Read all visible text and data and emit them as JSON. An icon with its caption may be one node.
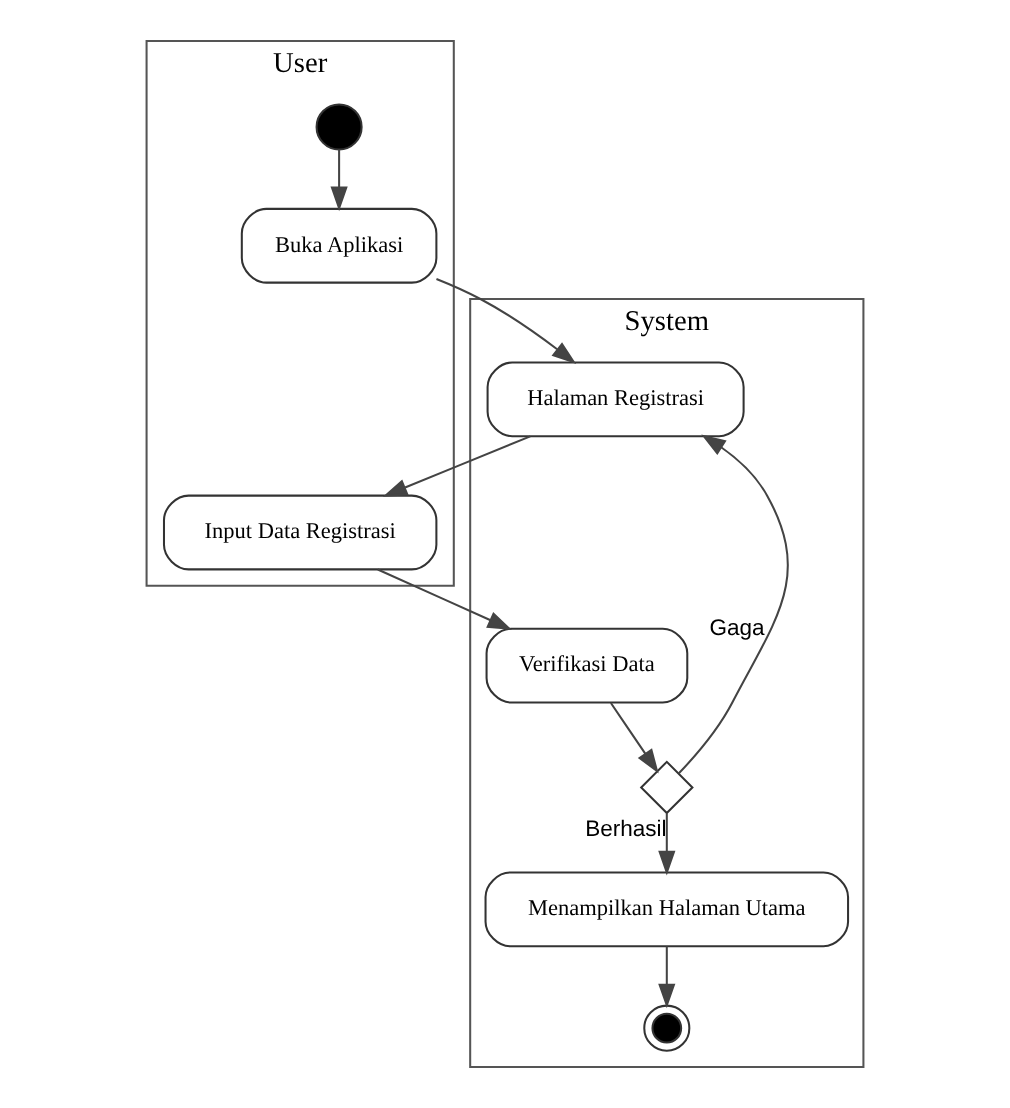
{
  "diagram": {
    "nodes": [
      {
        "text": [
          "User"
        ]
      },
      {
        "text": [
          "System"
        ]
      },
      {
        "text": [],
        "shape": "circle",
        "in": 0
      },
      {
        "text": [
          "Buka Aplikasi"
        ],
        "in": 0
      },
      {
        "text": [
          "Halaman Registrasi"
        ],
        "in": 1
      },
      {
        "text": [
          "Input Data Registrasi"
        ],
        "in": 0
      },
      {
        "text": [
          "Verifikasi Data"
        ],
        "in": 1
      },
      {
        "text": [],
        "shape": "diamond",
        "in": 1
      },
      {
        "text": [
          "Menampilkan Halaman Utama"
        ],
        "in": 1
      },
      {
        "text": [],
        "shape": "circle",
        "in": 1
      }
    ],
    "edges": [
      {
        "from": 2,
        "to": 3,
        "arrow": "to"
      },
      {
        "from": 3,
        "to": 4,
        "arrow": "to"
      },
      {
        "from": 4,
        "to": 5,
        "arrow": "to"
      },
      {
        "from": 5,
        "to": 6,
        "arrow": "to"
      },
      {
        "from": 6,
        "to": 7,
        "arrow": "to"
      },
      {
        "from": 7,
        "to": 4,
        "arrow": "to",
        "label": "Gaga"
      },
      {
        "from": 7,
        "to": 8,
        "arrow": "to",
        "label": "Berhasil"
      },
      {
        "from": 8,
        "to": 9,
        "arrow": "to"
      }
    ]
  }
}
